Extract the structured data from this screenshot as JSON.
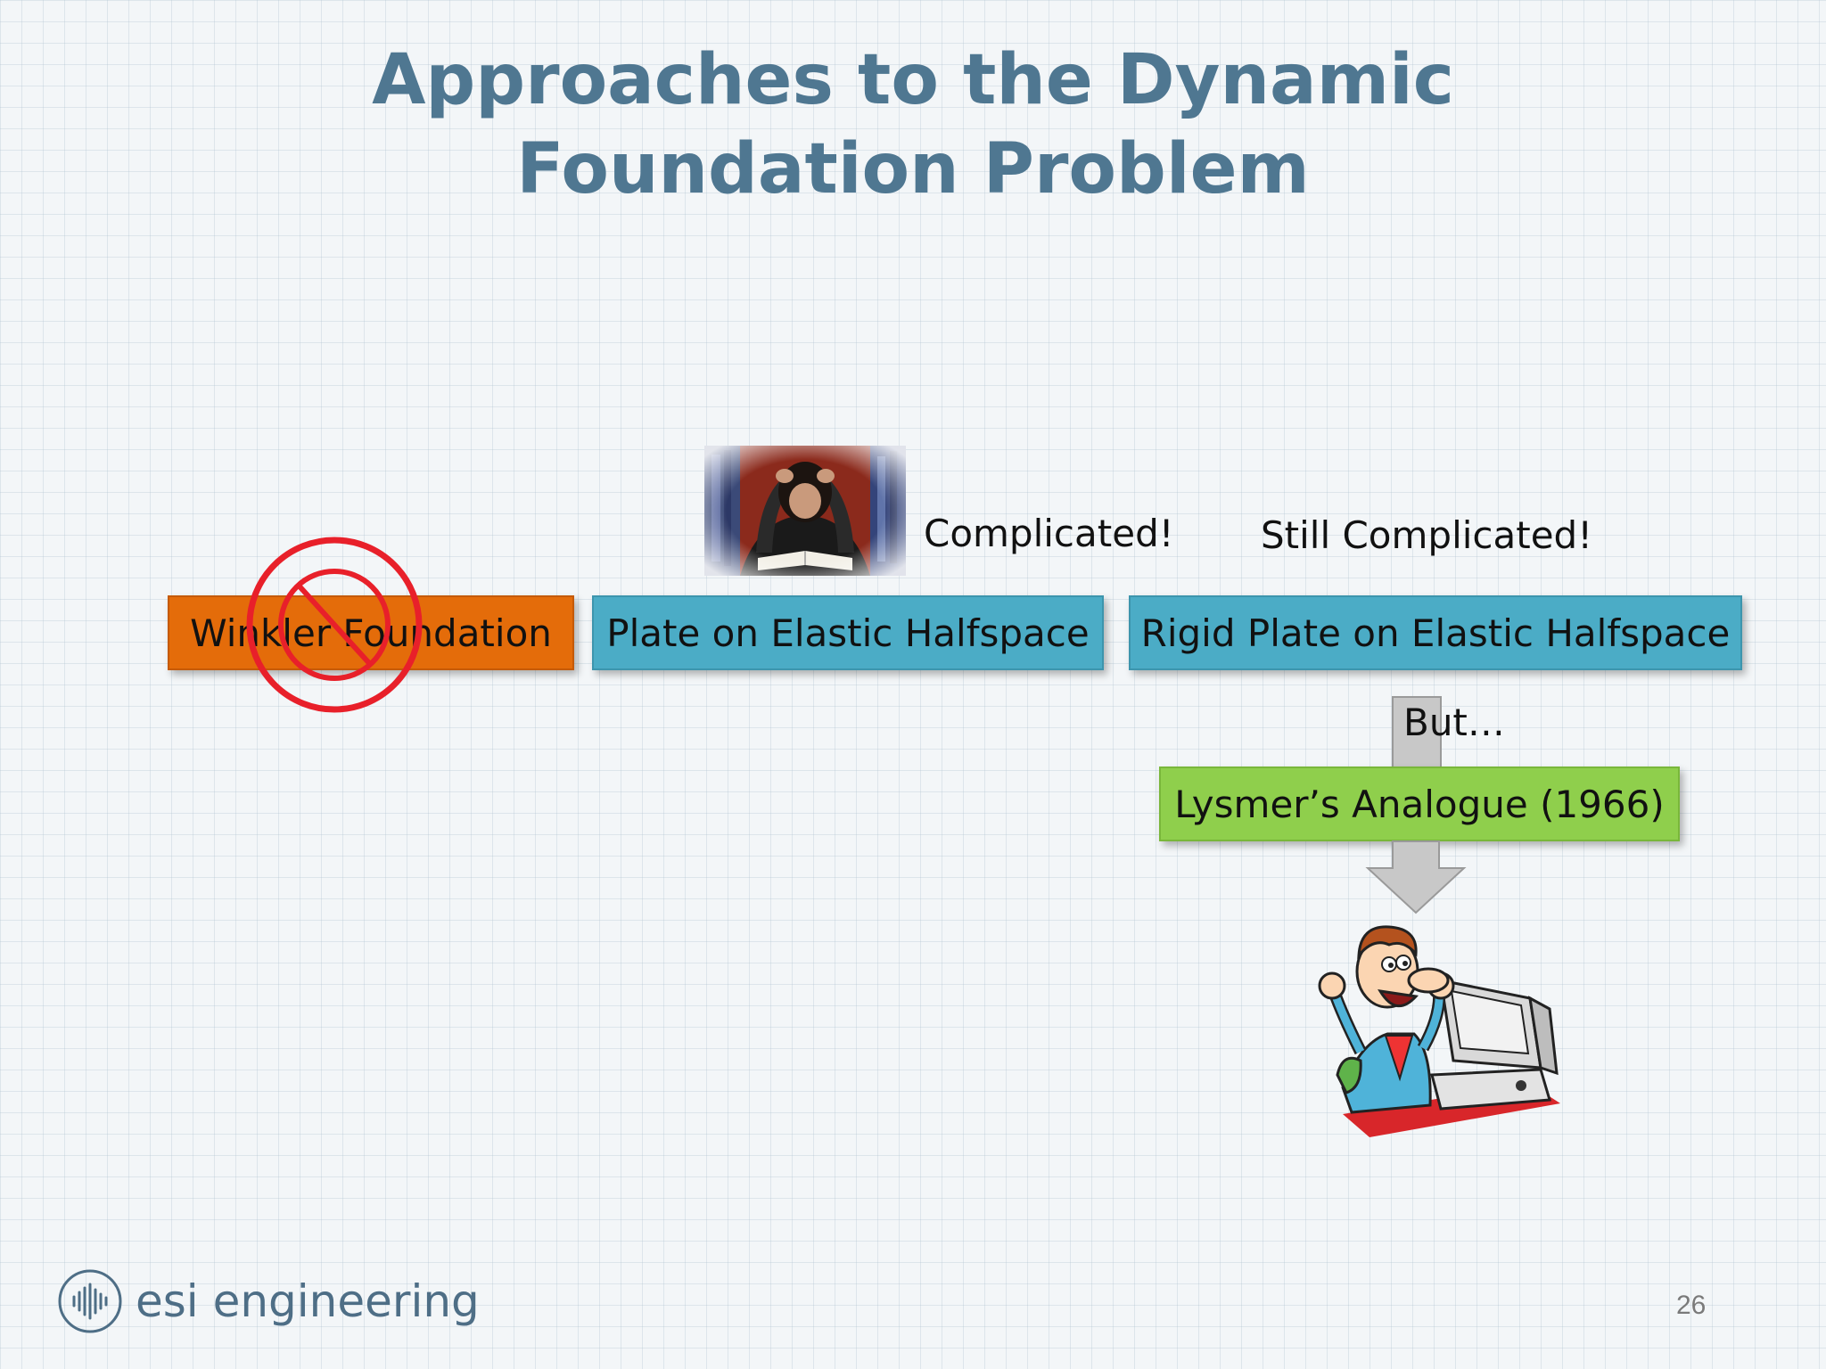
{
  "slide": {
    "title_line1": "Approaches to the Dynamic",
    "title_line2": "Foundation Problem",
    "page_number": "26"
  },
  "boxes": {
    "winkler": "Winkler Foundation",
    "plate": "Plate on Elastic Halfspace",
    "rigid_plate": "Rigid Plate on Elastic Halfspace",
    "lysmer": "Lysmer’s Analogue (1966)"
  },
  "notes": {
    "complicated": "Complicated!",
    "still_complicated": "Still Complicated!",
    "but": "But…"
  },
  "logo": {
    "text": "esi engineering"
  },
  "colors": {
    "title": "#4f7791",
    "orange_box": "#e46c0a",
    "blue_box": "#4bacc6",
    "green_box": "#8fcf4c",
    "no_symbol": "#e8202a",
    "arrow_fill": "#c8c8c8"
  },
  "icons": {
    "winkler_overlay": "no-symbol-icon",
    "logo_mark": "sound-wave-icon",
    "stressed_student": "stressed-student-illustration",
    "happy_user": "happy-computer-user-illustration"
  }
}
